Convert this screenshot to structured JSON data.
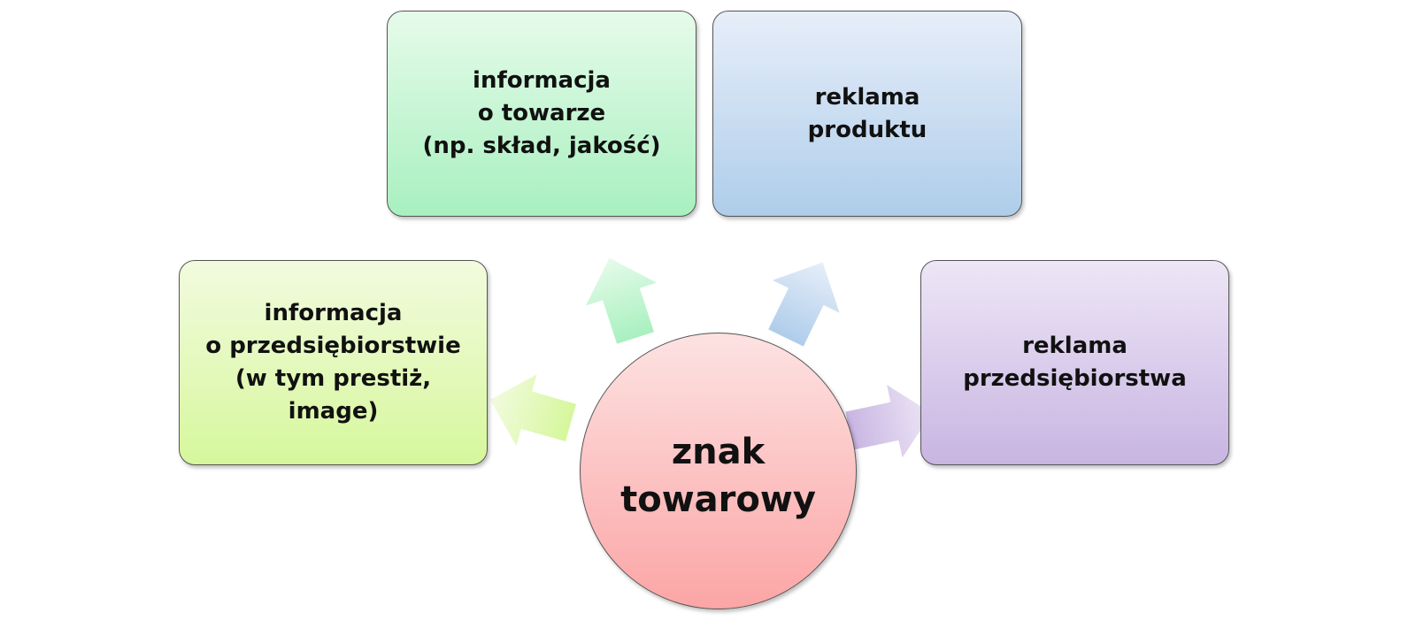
{
  "center": {
    "label": "znak\ntowarowy",
    "color": "#fca5a5"
  },
  "nodes": [
    {
      "id": "info-product",
      "label": "informacja\no towarze\n(np. skład, jakość)",
      "color": "#a8f0bf"
    },
    {
      "id": "ad-product",
      "label": "reklama\nprodukt u",
      "color": "#aecdea"
    },
    {
      "id": "info-company",
      "label": "informacja\no przedsiębiorstwie\n(w tym prestiż,\nimage)",
      "color": "#d6f79c"
    },
    {
      "id": "ad-company",
      "label": "reklama\nprzedsiębiorstwa",
      "color": "#c8b5e2"
    }
  ]
}
